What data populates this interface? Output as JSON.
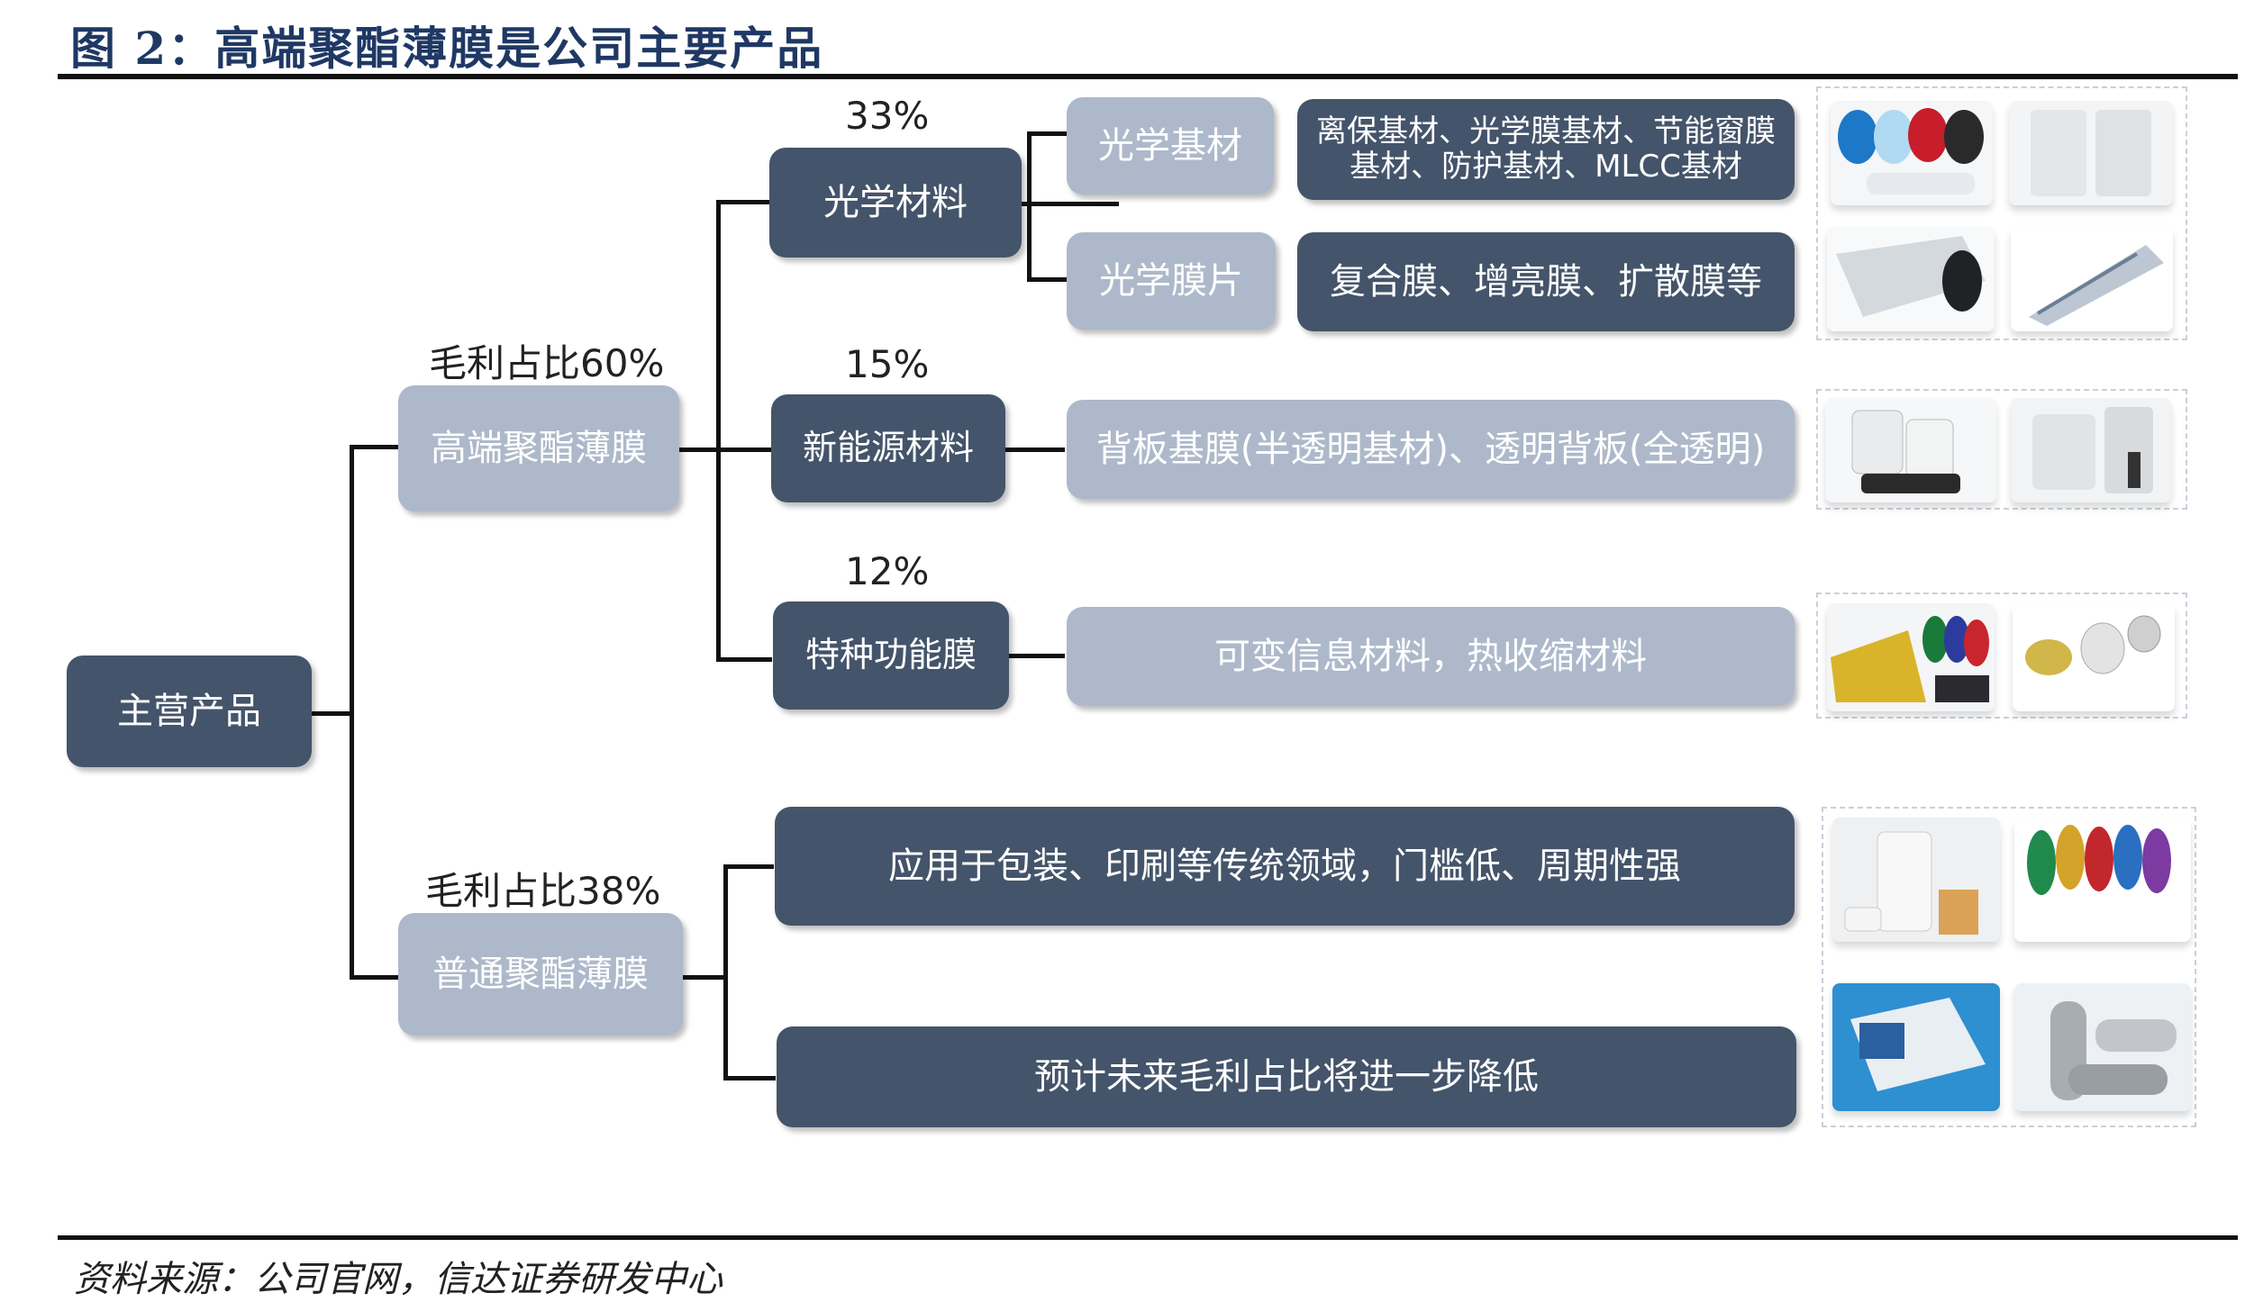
{
  "title": "图 2：高端聚酯薄膜是公司主要产品",
  "source": "资料来源：公司官网，信达证券研发中心",
  "root": "主营产品",
  "high_end": {
    "share": "毛利占比60%",
    "label": "高端聚酯薄膜"
  },
  "ordinary": {
    "share": "毛利占比38%",
    "label": "普通聚酯薄膜"
  },
  "categories": [
    {
      "pct": "33%",
      "label": "光学材料"
    },
    {
      "pct": "15%",
      "label": "新能源材料"
    },
    {
      "pct": "12%",
      "label": "特种功能膜"
    }
  ],
  "optical_sub": [
    {
      "label": "光学基材",
      "desc": "离保基材、光学膜基材、节能窗膜基材、防护基材、MLCC基材"
    },
    {
      "label": "光学膜片",
      "desc": "复合膜、增亮膜、扩散膜等"
    }
  ],
  "new_energy_desc": "背板基膜(半透明基材)、透明背板(全透明)",
  "special_desc": "可变信息材料，热收缩材料",
  "ordinary_desc": [
    "应用于包装、印刷等传统领域，门槛低、周期性强",
    "预计未来毛利占比将进一步降低"
  ],
  "colors": {
    "dark_box": "#44546a",
    "light_box": "#adb9ca",
    "title": "#1f3864"
  },
  "icons": [
    "film-rolls-photo",
    "film-sheet-photo"
  ]
}
